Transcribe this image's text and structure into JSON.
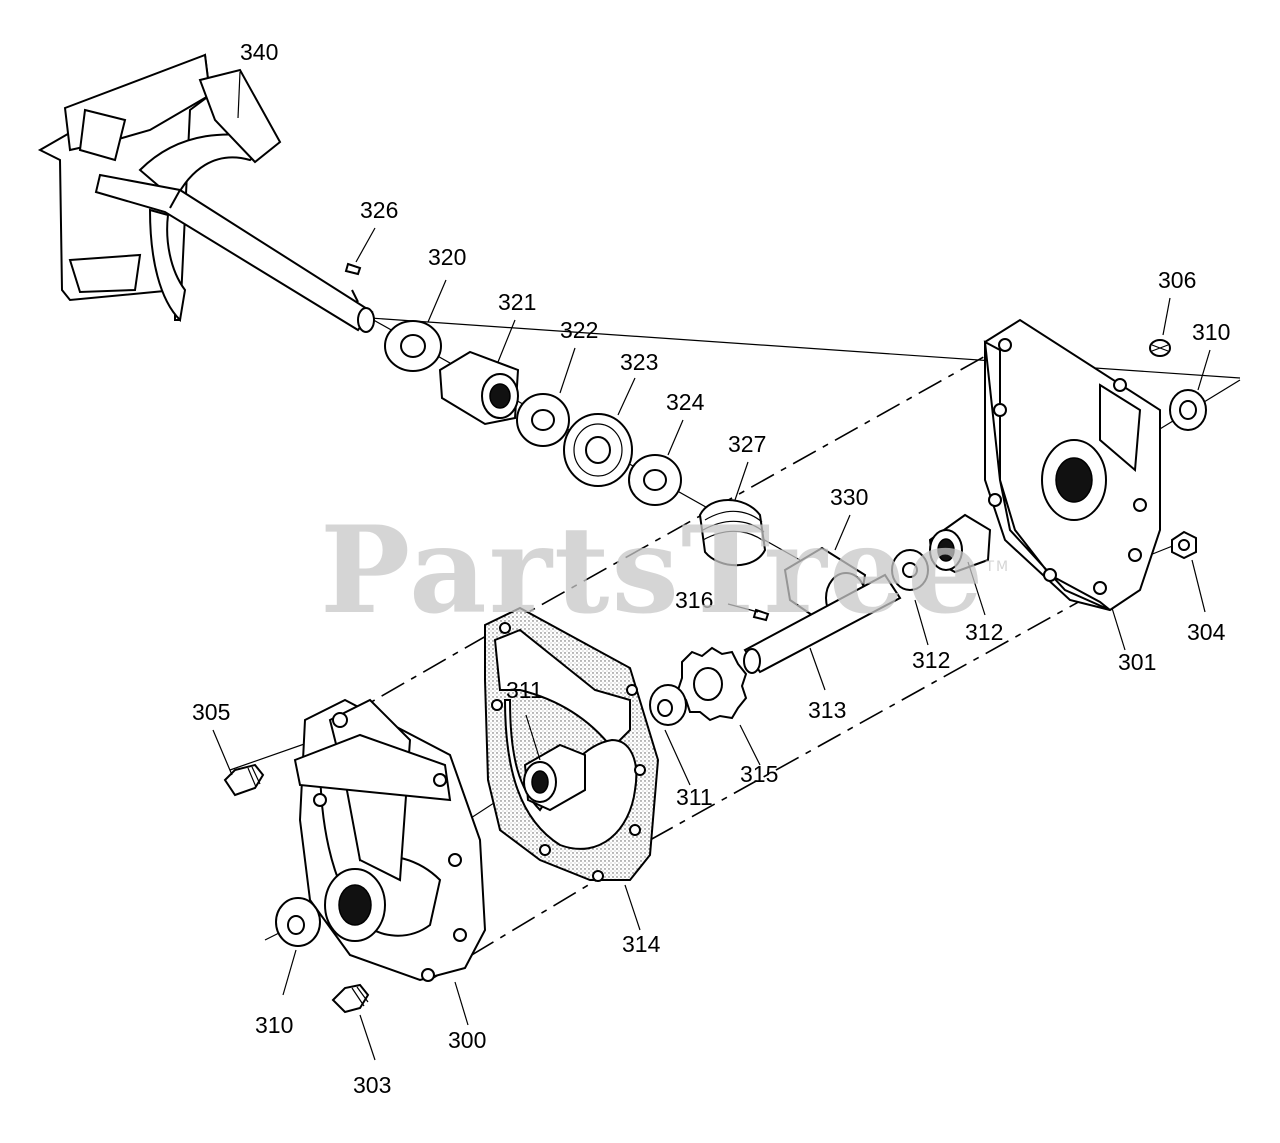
{
  "watermark": {
    "text": "PartsTree",
    "mark": "TM"
  },
  "callouts": [
    {
      "id": "340",
      "label": "340"
    },
    {
      "id": "326",
      "label": "326"
    },
    {
      "id": "320",
      "label": "320"
    },
    {
      "id": "321",
      "label": "321"
    },
    {
      "id": "322",
      "label": "322"
    },
    {
      "id": "323",
      "label": "323"
    },
    {
      "id": "324",
      "label": "324"
    },
    {
      "id": "327",
      "label": "327"
    },
    {
      "id": "330",
      "label": "330"
    },
    {
      "id": "306",
      "label": "306"
    },
    {
      "id": "310a",
      "label": "310"
    },
    {
      "id": "316",
      "label": "316"
    },
    {
      "id": "311a",
      "label": "311"
    },
    {
      "id": "312a",
      "label": "312"
    },
    {
      "id": "301",
      "label": "301"
    },
    {
      "id": "304",
      "label": "304"
    },
    {
      "id": "305",
      "label": "305"
    },
    {
      "id": "311b",
      "label": "311"
    },
    {
      "id": "312b",
      "label": "312"
    },
    {
      "id": "315",
      "label": "315"
    },
    {
      "id": "313",
      "label": "313"
    },
    {
      "id": "314",
      "label": "314"
    },
    {
      "id": "310b",
      "label": "310"
    },
    {
      "id": "300",
      "label": "300"
    },
    {
      "id": "303",
      "label": "303"
    }
  ]
}
